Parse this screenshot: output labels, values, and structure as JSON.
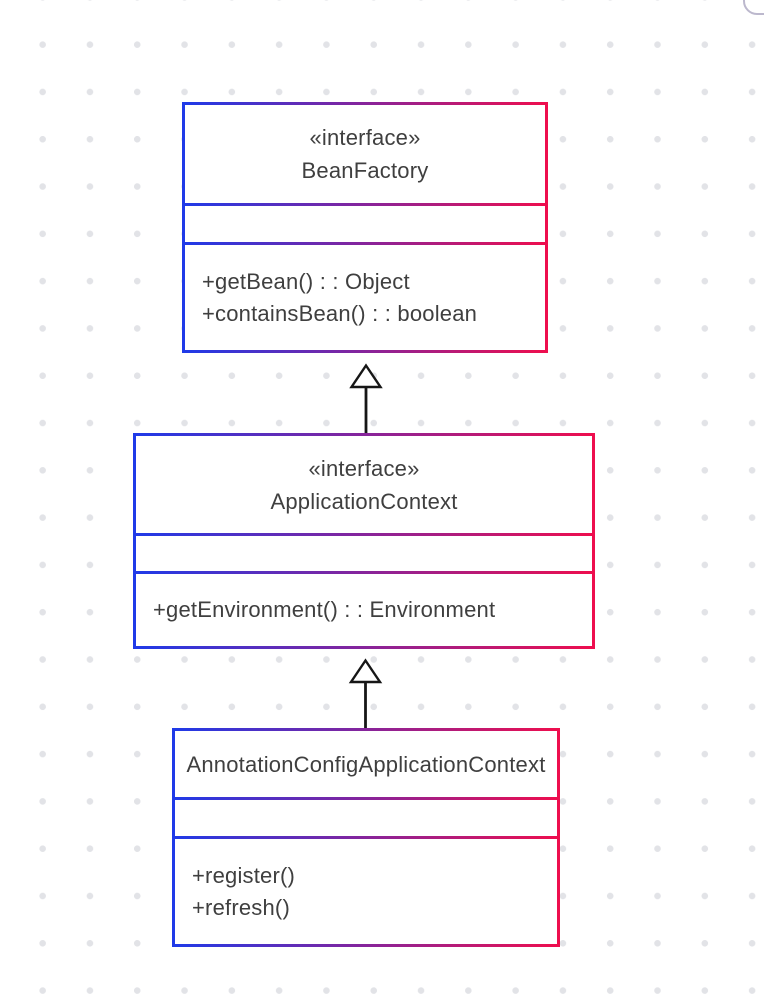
{
  "theme": {
    "border_gradient_start": "#1f3ae8",
    "border_gradient_end": "#ee0e4e",
    "text_color": "#3f3f3f",
    "arrow_color": "#161616",
    "dot_color": "#e2e3e7",
    "panel_corner_border": "#bcb8cd"
  },
  "diagram": {
    "type": "uml-class-diagram",
    "classes": [
      {
        "stereotype": "«interface»",
        "name": "BeanFactory",
        "attributes": [],
        "methods": [
          "+getBean() : : Object",
          "+containsBean() : : boolean"
        ]
      },
      {
        "stereotype": "«interface»",
        "name": "ApplicationContext",
        "attributes": [],
        "methods": [
          "+getEnvironment() : : Environment"
        ]
      },
      {
        "stereotype": "",
        "name": "AnnotationConfigApplicationContext",
        "attributes": [],
        "methods": [
          "+register()",
          "+refresh()"
        ]
      }
    ],
    "relations": [
      {
        "from": "ApplicationContext",
        "to": "BeanFactory",
        "type": "generalization"
      },
      {
        "from": "AnnotationConfigApplicationContext",
        "to": "ApplicationContext",
        "type": "generalization"
      }
    ]
  }
}
